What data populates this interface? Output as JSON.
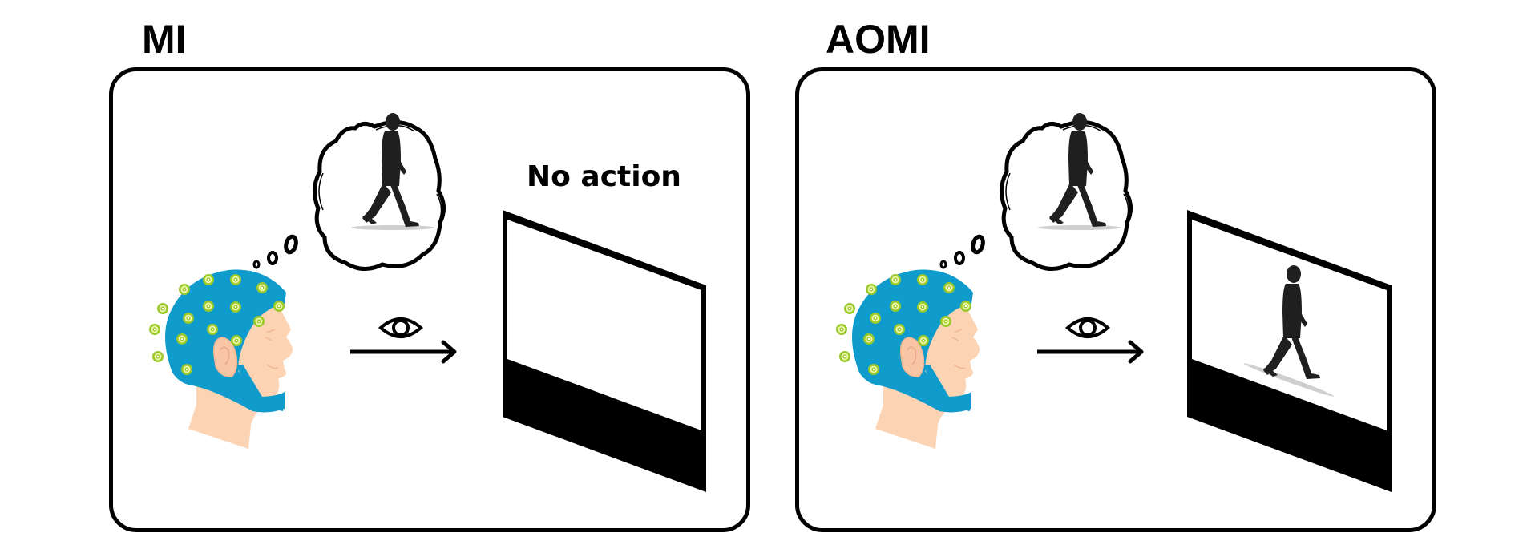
{
  "panels": [
    {
      "id": "mi",
      "title": "MI",
      "screen_label": "No action",
      "screen_shows_walker": false,
      "thought_content": "walking-person-silhouette",
      "viewing_icon": "eye-icon",
      "arrow_icon": "arrow-right-icon"
    },
    {
      "id": "aomi",
      "title": "AOMI",
      "screen_label": "",
      "screen_shows_walker": true,
      "thought_content": "walking-person-silhouette",
      "viewing_icon": "eye-icon",
      "arrow_icon": "arrow-right-icon"
    }
  ],
  "colors": {
    "cap_blue": "#0f9bcb",
    "electrode_green": "#9ac92a",
    "electrode_ring": "#eef5a8",
    "skin": "#fcd4b4",
    "skin_line": "#f2b792",
    "stroke": "#000000",
    "silhouette": "#1f1f1f"
  }
}
